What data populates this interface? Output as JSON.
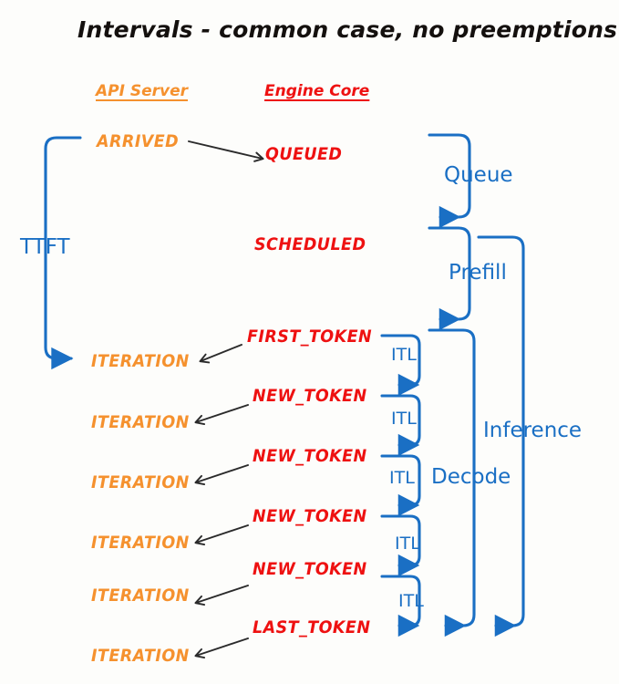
{
  "diagram": {
    "title": "Intervals - common case, no preemptions",
    "colors": {
      "background": "#fdfdfb",
      "title": "#14100e",
      "api_server": "#f5912e",
      "engine_core": "#ee1111",
      "blue": "#1a6fc4",
      "arrow_black": "#2b2b2b"
    },
    "columns": [
      {
        "id": "api-server",
        "label": "API Server",
        "color": "#f5912e"
      },
      {
        "id": "engine-core",
        "label": "Engine Core",
        "color": "#ee1111"
      }
    ],
    "api_events": [
      {
        "label": "ARRIVED"
      },
      {
        "label": "ITERATION"
      },
      {
        "label": "ITERATION"
      },
      {
        "label": "ITERATION"
      },
      {
        "label": "ITERATION"
      },
      {
        "label": "ITERATION"
      },
      {
        "label": "ITERATION"
      }
    ],
    "engine_events": [
      {
        "label": "QUEUED"
      },
      {
        "label": "SCHEDULED"
      },
      {
        "label": "FIRST_TOKEN"
      },
      {
        "label": "NEW_TOKEN"
      },
      {
        "label": "NEW_TOKEN"
      },
      {
        "label": "NEW_TOKEN"
      },
      {
        "label": "NEW_TOKEN"
      },
      {
        "label": "LAST_TOKEN"
      }
    ],
    "intervals": [
      {
        "id": "ttft",
        "label": "TTFT",
        "side": "left"
      },
      {
        "id": "queue",
        "label": "Queue",
        "side": "right"
      },
      {
        "id": "prefill",
        "label": "Prefill",
        "side": "right"
      },
      {
        "id": "decode",
        "label": "Decode",
        "side": "right"
      },
      {
        "id": "inference",
        "label": "Inference",
        "side": "right"
      },
      {
        "id": "itl-1",
        "label": "ITL",
        "side": "right"
      },
      {
        "id": "itl-2",
        "label": "ITL",
        "side": "right"
      },
      {
        "id": "itl-3",
        "label": "ITL",
        "side": "right"
      },
      {
        "id": "itl-4",
        "label": "ITL",
        "side": "right"
      },
      {
        "id": "itl-5",
        "label": "ITL",
        "side": "right"
      }
    ]
  }
}
